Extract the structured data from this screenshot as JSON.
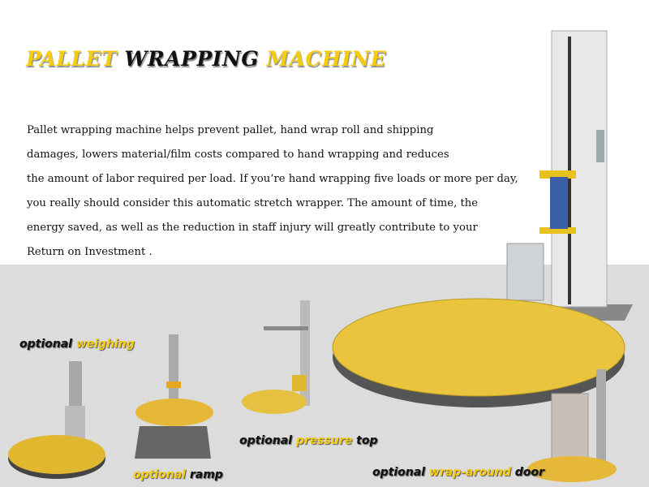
{
  "title": {
    "word1": "PALLET",
    "word2": "WRAPPING",
    "word3": "MACHINE"
  },
  "description": [
    "Pallet wrapping machine helps prevent pallet, hand wrap roll and shipping",
    "damages, lowers material/film costs compared to hand wrapping and reduces",
    "the amount of labor required per load. If you’re hand wrapping five loads or more per day,",
    "you really should consider this automatic stretch wrapper. The amount of time, the",
    "energy saved, as well as the reduction in staff injury will greatly contribute to your",
    "Return on Investment ."
  ],
  "options": [
    {
      "prefix": "optional",
      "feature": "weighing"
    },
    {
      "prefix": "optional",
      "feature": "ramp"
    },
    {
      "prefix": "optional",
      "feature": "pressure",
      "suffix": "top"
    },
    {
      "prefix": "optional",
      "feature": "wrap-around",
      "suffix": "door"
    }
  ],
  "colors": {
    "accent_yellow": "#f5cc10",
    "turntable": "#e9c43c",
    "background_gray": "#dcdcdc"
  }
}
